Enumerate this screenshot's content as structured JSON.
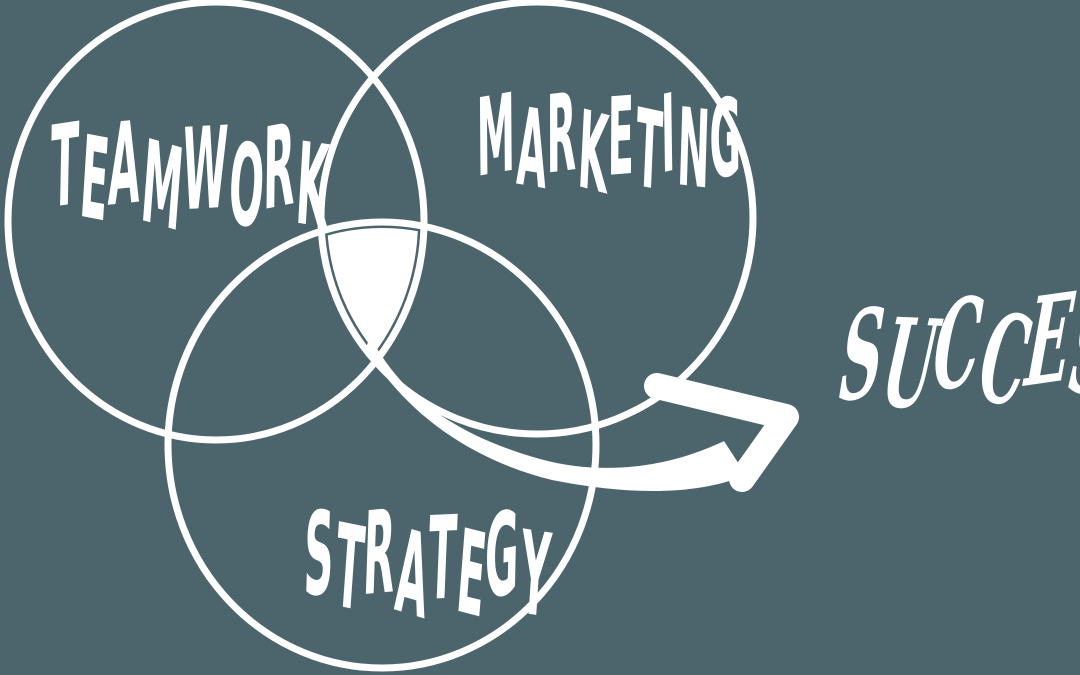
{
  "colors": {
    "background": "#4C656D",
    "ink": "#FFFFFF"
  },
  "diagram": {
    "type": "venn",
    "sets": [
      {
        "label": "TEAMWORK"
      },
      {
        "label": "MARKETING"
      },
      {
        "label": "STRATEGY"
      }
    ],
    "intersection": {
      "highlighted": true,
      "members": [
        "TEAMWORK",
        "MARKETING",
        "STRATEGY"
      ]
    },
    "result_label": "SUCCESS"
  }
}
